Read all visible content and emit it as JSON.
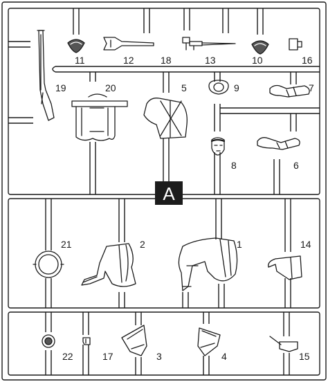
{
  "sprue": {
    "label": "A",
    "parts": [
      {
        "id": "part-11",
        "number": "11",
        "icon": "epaulette-icon"
      },
      {
        "id": "part-12",
        "number": "12",
        "icon": "bayonet-frog-icon"
      },
      {
        "id": "part-18",
        "number": "18",
        "icon": "buckle-icon"
      },
      {
        "id": "part-13",
        "number": "13",
        "icon": "bayonet-icon"
      },
      {
        "id": "part-10",
        "number": "10",
        "icon": "epaulette-icon"
      },
      {
        "id": "part-16",
        "number": "16",
        "icon": "canteen-icon"
      },
      {
        "id": "part-19",
        "number": "19",
        "icon": "musket-icon"
      },
      {
        "id": "part-20",
        "number": "20",
        "icon": "backpack-icon"
      },
      {
        "id": "part-5",
        "number": "5",
        "icon": "torso-icon"
      },
      {
        "id": "part-9",
        "number": "9",
        "icon": "collar-icon"
      },
      {
        "id": "part-7",
        "number": "7",
        "icon": "arm-icon"
      },
      {
        "id": "part-8",
        "number": "8",
        "icon": "head-icon"
      },
      {
        "id": "part-6",
        "number": "6",
        "icon": "arm-icon"
      },
      {
        "id": "part-21",
        "number": "21",
        "icon": "base-ring-icon"
      },
      {
        "id": "part-2",
        "number": "2",
        "icon": "kneeling-legs-icon"
      },
      {
        "id": "part-1",
        "number": "1",
        "icon": "kneeling-legs-icon"
      },
      {
        "id": "part-14",
        "number": "14",
        "icon": "coat-tail-icon"
      },
      {
        "id": "part-22",
        "number": "22",
        "icon": "small-disc-icon"
      },
      {
        "id": "part-17",
        "number": "17",
        "icon": "cap-icon"
      },
      {
        "id": "part-3",
        "number": "3",
        "icon": "coat-tail-icon"
      },
      {
        "id": "part-4",
        "number": "4",
        "icon": "coat-tail-icon"
      },
      {
        "id": "part-15",
        "number": "15",
        "icon": "cartridge-box-icon"
      }
    ]
  },
  "colors": {
    "line": "#1a1a1a",
    "label_bg": "#1c1c1c",
    "label_fg": "#ffffff",
    "background": "#ffffff"
  }
}
